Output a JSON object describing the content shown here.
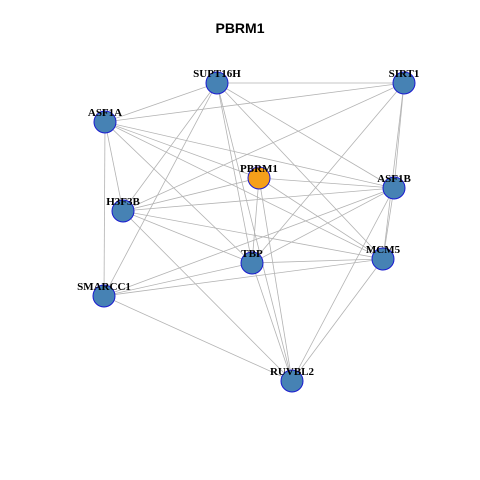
{
  "title": "PBRM1",
  "colors": {
    "hub": "#f5a01a",
    "node": "#4682b4",
    "node_border": "#1a1ad0",
    "edge": "#b3b3b3"
  },
  "nodes": [
    {
      "id": "SUPT16H",
      "label": "SUPT16H",
      "hub": false
    },
    {
      "id": "SIRT1",
      "label": "SIRT1",
      "hub": false
    },
    {
      "id": "ASF1A",
      "label": "ASF1A",
      "hub": false
    },
    {
      "id": "PBRM1",
      "label": "PBRM1",
      "hub": true
    },
    {
      "id": "ASF1B",
      "label": "ASF1B",
      "hub": false
    },
    {
      "id": "H3F3B",
      "label": "H3F3B",
      "hub": false
    },
    {
      "id": "MCM5",
      "label": "MCM5",
      "hub": false
    },
    {
      "id": "TBP",
      "label": "TBP",
      "hub": false
    },
    {
      "id": "SMARCC1",
      "label": "SMARCC1",
      "hub": false
    },
    {
      "id": "RUVBL2",
      "label": "RUVBL2",
      "hub": false
    }
  ],
  "edges": [
    [
      "SUPT16H",
      "ASF1A"
    ],
    [
      "SUPT16H",
      "SIRT1"
    ],
    [
      "SUPT16H",
      "H3F3B"
    ],
    [
      "SUPT16H",
      "ASF1B"
    ],
    [
      "SUPT16H",
      "MCM5"
    ],
    [
      "SUPT16H",
      "TBP"
    ],
    [
      "SUPT16H",
      "SMARCC1"
    ],
    [
      "SUPT16H",
      "RUVBL2"
    ],
    [
      "SIRT1",
      "ASF1A"
    ],
    [
      "SIRT1",
      "H3F3B"
    ],
    [
      "SIRT1",
      "ASF1B"
    ],
    [
      "SIRT1",
      "MCM5"
    ],
    [
      "SIRT1",
      "TBP"
    ],
    [
      "ASF1A",
      "PBRM1"
    ],
    [
      "ASF1A",
      "ASF1B"
    ],
    [
      "ASF1A",
      "H3F3B"
    ],
    [
      "ASF1A",
      "MCM5"
    ],
    [
      "ASF1A",
      "TBP"
    ],
    [
      "ASF1A",
      "SMARCC1"
    ],
    [
      "PBRM1",
      "TBP"
    ],
    [
      "PBRM1",
      "RUVBL2"
    ],
    [
      "PBRM1",
      "ASF1B"
    ],
    [
      "PBRM1",
      "H3F3B"
    ],
    [
      "PBRM1",
      "MCM5"
    ],
    [
      "ASF1B",
      "H3F3B"
    ],
    [
      "ASF1B",
      "TBP"
    ],
    [
      "ASF1B",
      "SMARCC1"
    ],
    [
      "ASF1B",
      "MCM5"
    ],
    [
      "ASF1B",
      "RUVBL2"
    ],
    [
      "H3F3B",
      "TBP"
    ],
    [
      "H3F3B",
      "MCM5"
    ],
    [
      "H3F3B",
      "RUVBL2"
    ],
    [
      "MCM5",
      "TBP"
    ],
    [
      "MCM5",
      "SMARCC1"
    ],
    [
      "MCM5",
      "RUVBL2"
    ],
    [
      "TBP",
      "SMARCC1"
    ],
    [
      "TBP",
      "RUVBL2"
    ],
    [
      "SMARCC1",
      "RUVBL2"
    ]
  ]
}
